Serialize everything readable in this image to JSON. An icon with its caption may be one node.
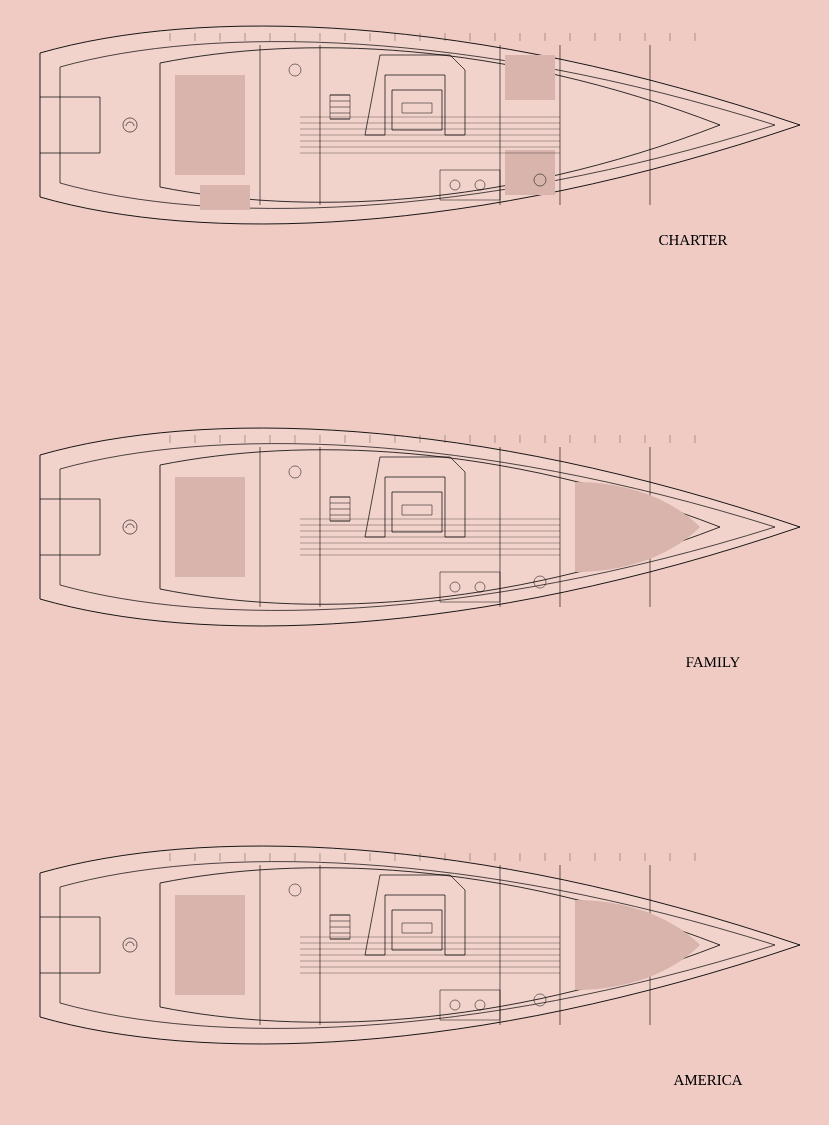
{
  "diagram": {
    "labels": [
      "CHARTER",
      "FAMILY",
      "AMERICA"
    ]
  }
}
